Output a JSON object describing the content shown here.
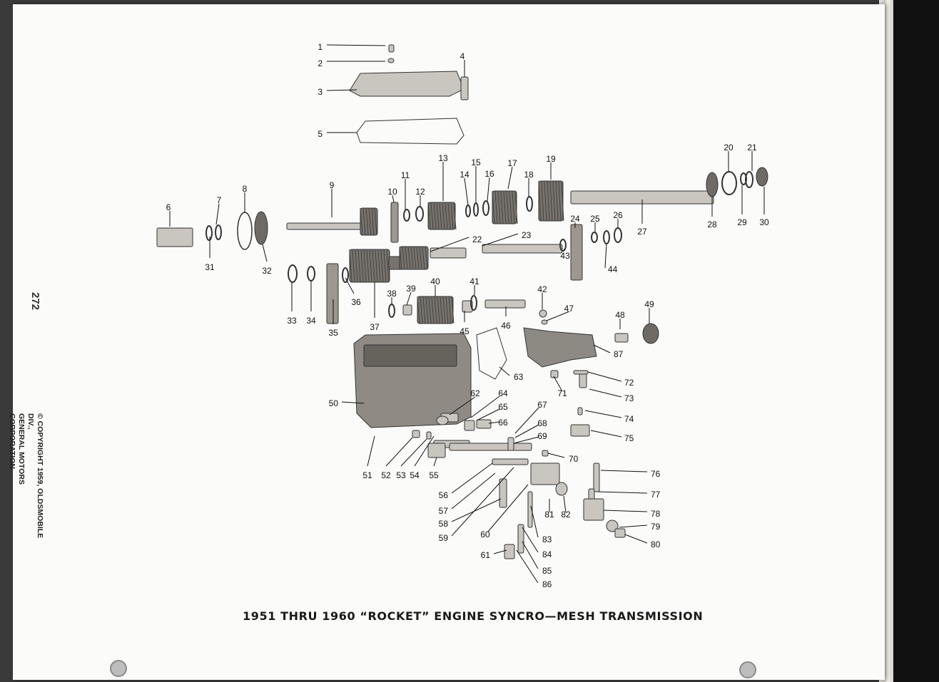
{
  "page_number": "272",
  "copyright_lines": [
    "© COPYRIGHT 1959, OLDSMOBILE DIV.,",
    "GENERAL MOTORS CORPORATION"
  ],
  "caption": "1951 THRU 1960 “ROCKET” ENGINE SYNCRO—MESH TRANSMISSION",
  "callouts": [
    "1",
    "2",
    "3",
    "4",
    "5",
    "6",
    "7",
    "8",
    "9",
    "10",
    "11",
    "12",
    "13",
    "14",
    "15",
    "16",
    "17",
    "18",
    "19",
    "20",
    "21",
    "22",
    "23",
    "24",
    "25",
    "26",
    "27",
    "28",
    "29",
    "30",
    "31",
    "32",
    "33",
    "34",
    "35",
    "36",
    "37",
    "38",
    "39",
    "40",
    "41",
    "42",
    "43",
    "44",
    "45",
    "46",
    "47",
    "48",
    "49",
    "50",
    "51",
    "52",
    "53",
    "54",
    "55",
    "56",
    "57",
    "58",
    "59",
    "60",
    "61",
    "62",
    "63",
    "64",
    "65",
    "66",
    "67",
    "68",
    "69",
    "70",
    "71",
    "72",
    "73",
    "74",
    "75",
    "76",
    "77",
    "78",
    "79",
    "80",
    "81",
    "82",
    "83",
    "84",
    "85",
    "86",
    "87"
  ],
  "colors": {
    "ink": "#111111",
    "part_fill": "#8d8a84",
    "part_light": "#c9c6bf",
    "paper": "#fbfbfa"
  }
}
